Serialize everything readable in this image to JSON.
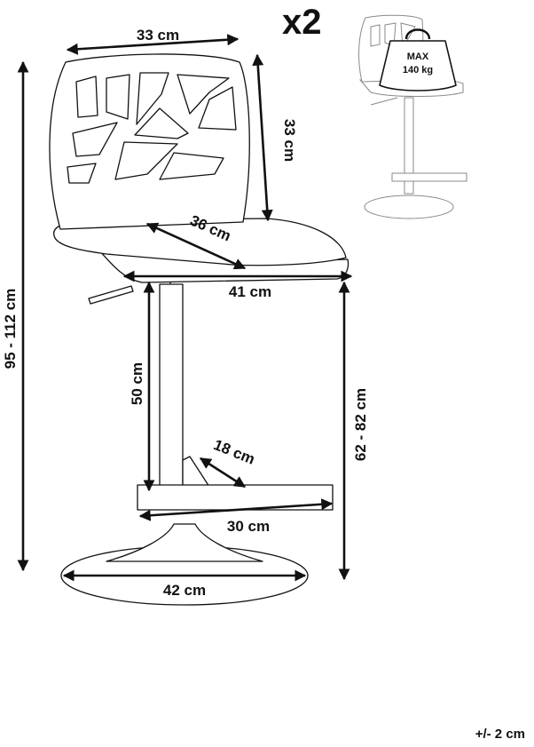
{
  "quantity_label": "x2",
  "tolerance_label": "+/- 2 cm",
  "weight_badge": {
    "line1": "MAX",
    "line2": "140 kg"
  },
  "dimensions": {
    "backrest_width": "33 cm",
    "backrest_height": "33 cm",
    "total_height": "95 - 112 cm",
    "seat_depth": "36 cm",
    "seat_width": "41 cm",
    "column_height": "50 cm",
    "seat_height": "62 - 82 cm",
    "footrest_depth": "18 cm",
    "footrest_width": "30 cm",
    "base_diameter": "42 cm"
  },
  "colors": {
    "line": "#111111",
    "ghost": "#8a8a8a"
  }
}
